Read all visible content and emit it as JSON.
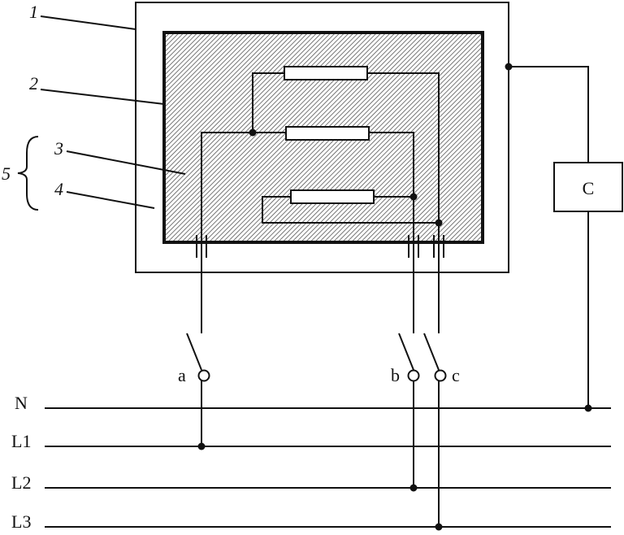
{
  "diagram": {
    "part_labels": {
      "p1": "1",
      "p2": "2",
      "p3": "3",
      "p4": "4",
      "p5": "5"
    },
    "controller": {
      "label": "C"
    },
    "switches": {
      "a": "a",
      "b": "b",
      "c": "c"
    },
    "lines": {
      "n": "N",
      "l1": "L1",
      "l2": "L2",
      "l3": "L3"
    },
    "colors": {
      "stroke": "#111111",
      "background": "#ffffff"
    }
  }
}
